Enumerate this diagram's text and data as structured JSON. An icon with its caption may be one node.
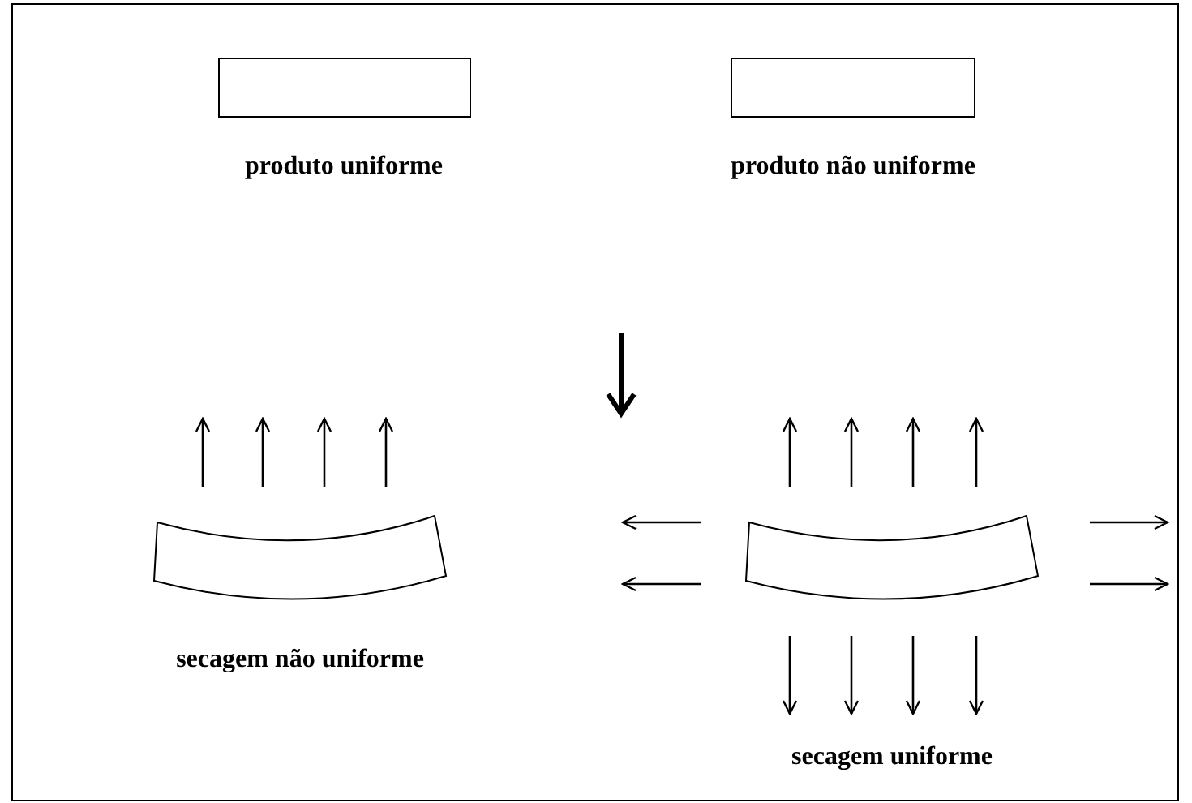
{
  "diagram": {
    "nodes": [
      {
        "text": [],
        "shape": "box"
      },
      {
        "text": [],
        "shape": "box"
      },
      {
        "text": [],
        "shape": "bar"
      },
      {
        "text": [],
        "shape": "bar"
      }
    ],
    "labels": [
      "produto uniforme",
      "produto não uniforme",
      "secagem não uniforme",
      "secagem uniforme"
    ]
  }
}
